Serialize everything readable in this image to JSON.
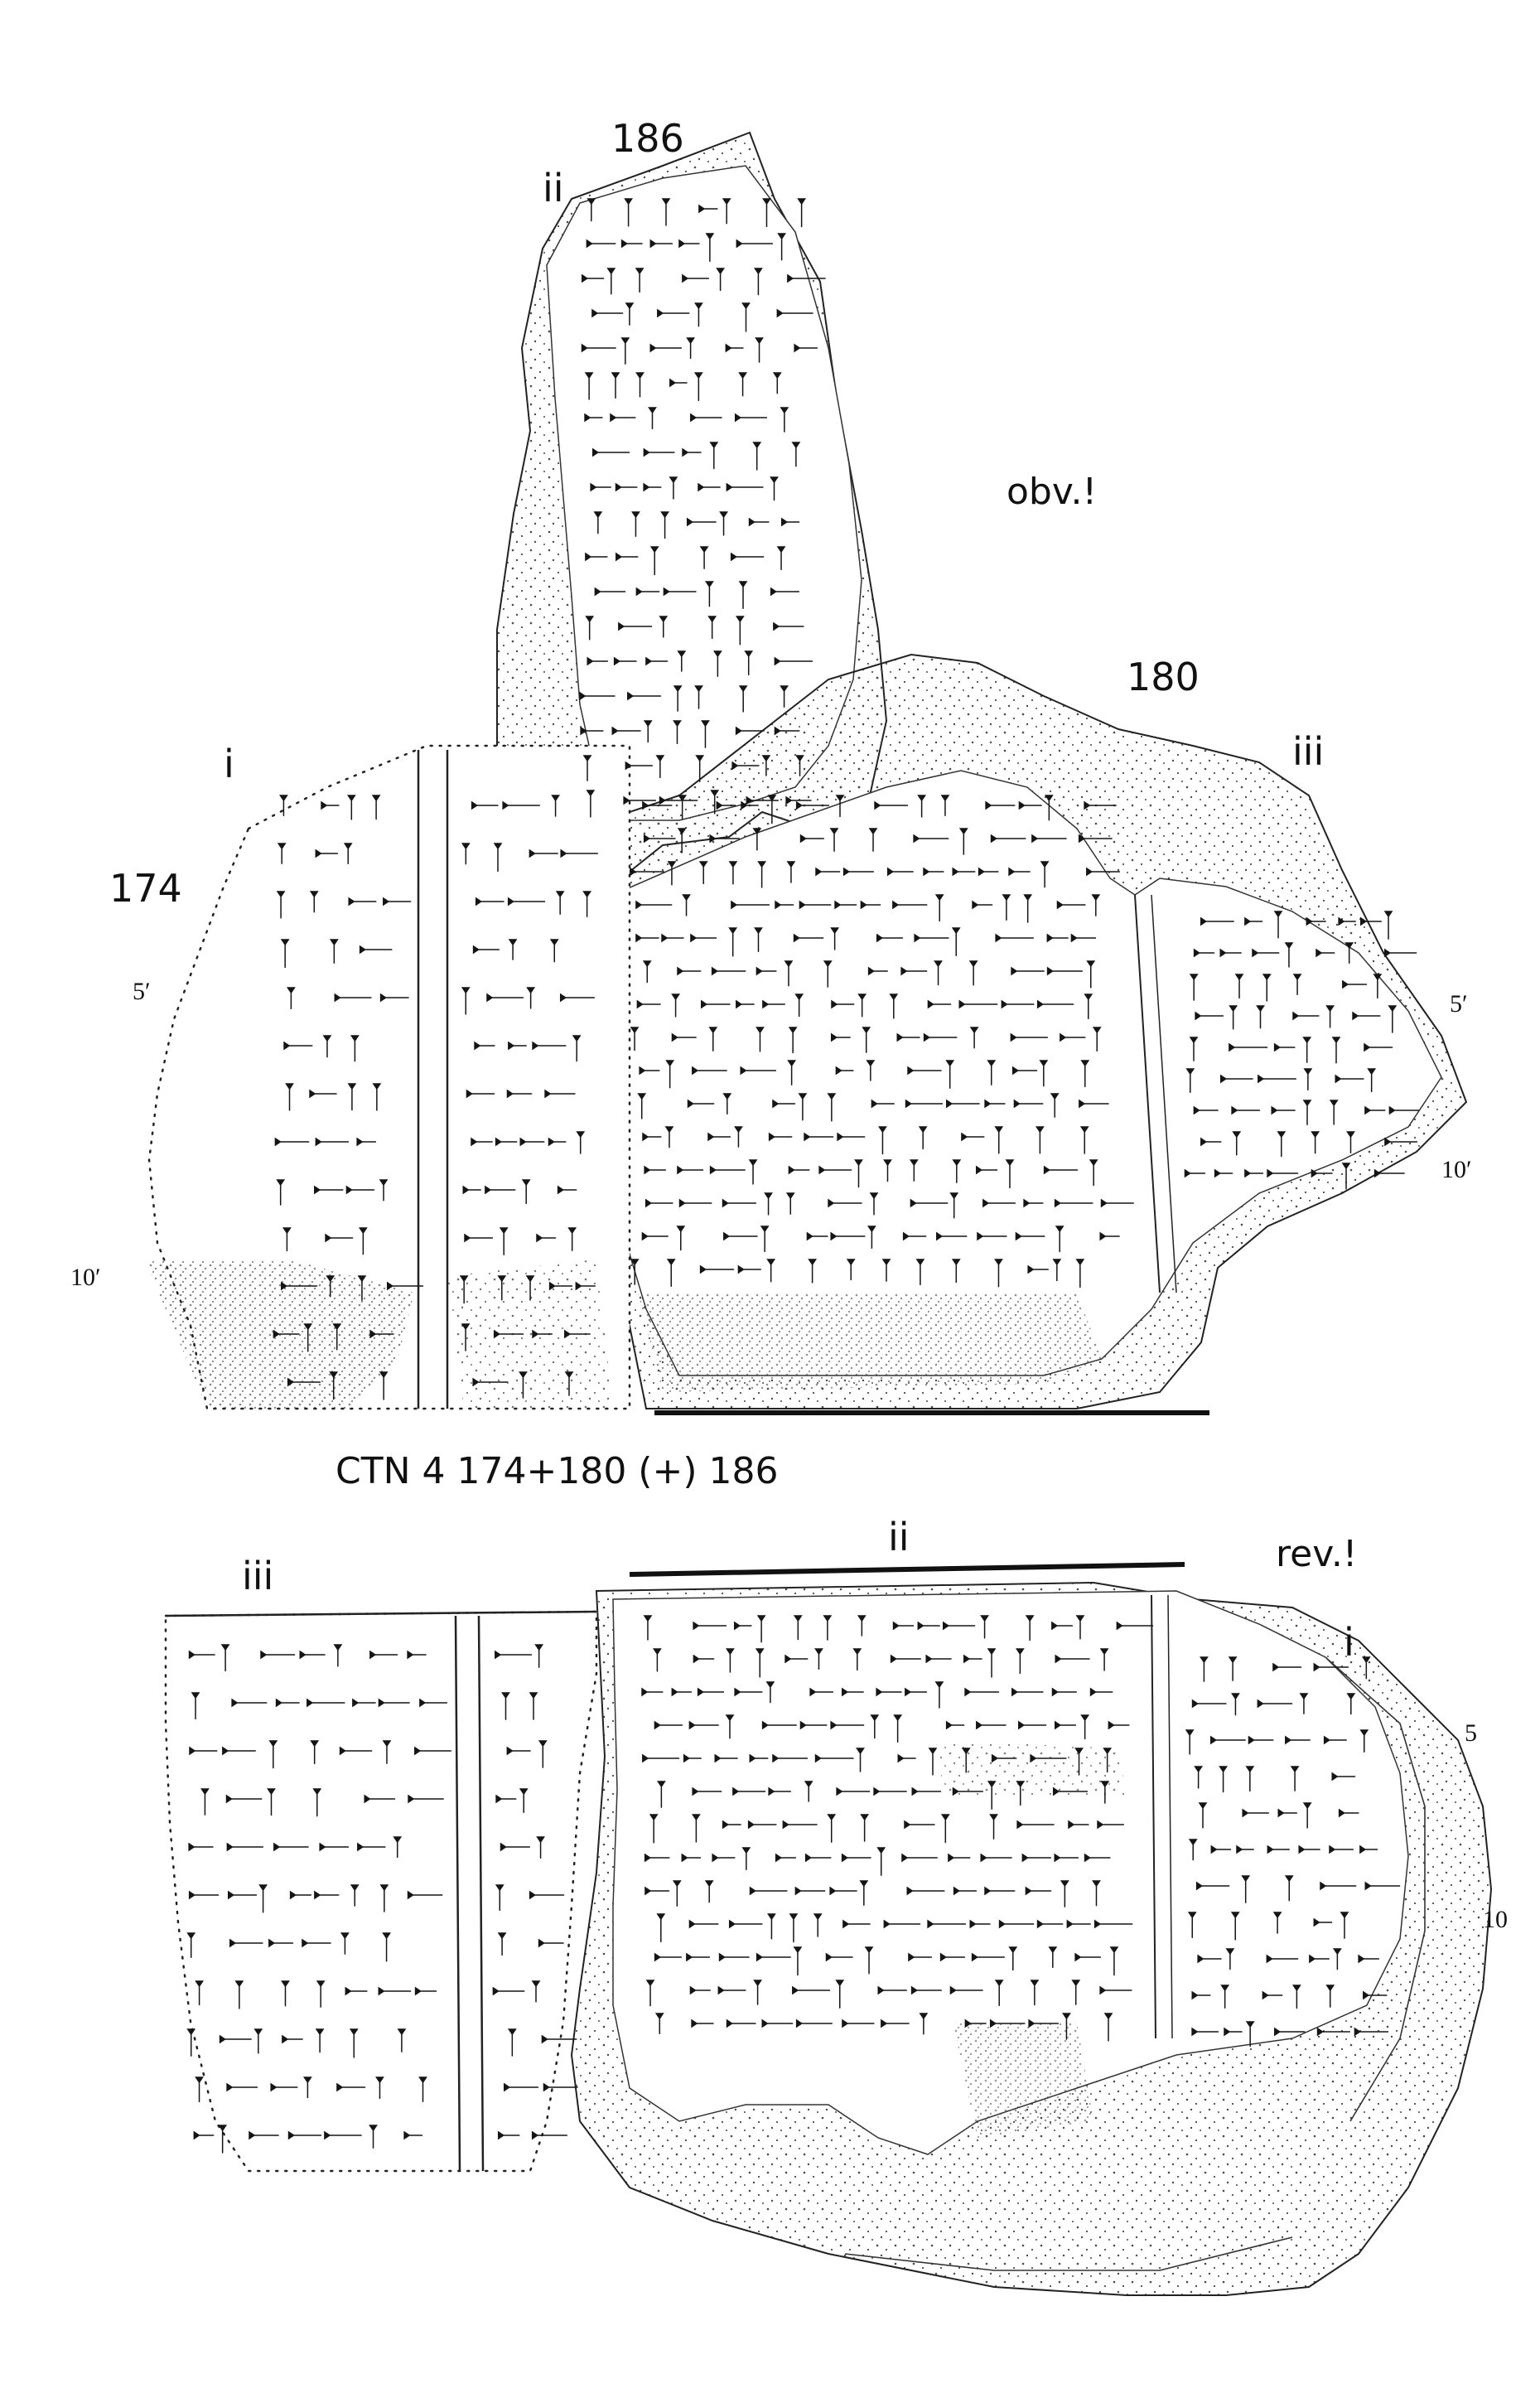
{
  "caption": "CTN 4 174+180 (+) 186",
  "obverse": {
    "side_label": "obv.!",
    "fragment_labels": [
      "186",
      "180",
      "174"
    ],
    "column_labels": {
      "frag186": "ii",
      "left": "i",
      "right": "iii"
    },
    "line_numbers": {
      "left_5": "5′",
      "left_10": "10′",
      "right_5": "5′",
      "right_10": "10′"
    }
  },
  "reverse": {
    "side_label": "rev.!",
    "column_labels": {
      "left": "iii",
      "center": "ii",
      "right": "i"
    },
    "line_numbers": {
      "right_5": "5",
      "right_10": "10"
    }
  },
  "colors": {
    "ink": "#111111",
    "stipple": "#4a4a4a",
    "paper": "#ffffff"
  }
}
